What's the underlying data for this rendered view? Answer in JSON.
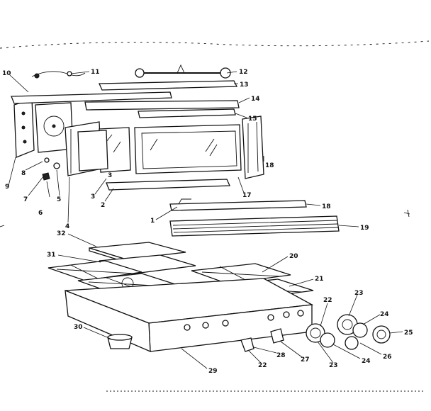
{
  "callouts": [
    {
      "id": "1",
      "text": "1"
    },
    {
      "id": "2",
      "text": "2"
    },
    {
      "id": "3a",
      "text": "3"
    },
    {
      "id": "3b",
      "text": "3"
    },
    {
      "id": "4",
      "text": "4"
    },
    {
      "id": "5",
      "text": "5"
    },
    {
      "id": "6",
      "text": "6"
    },
    {
      "id": "7",
      "text": "7"
    },
    {
      "id": "8",
      "text": "8"
    },
    {
      "id": "9",
      "text": "9"
    },
    {
      "id": "10",
      "text": "10"
    },
    {
      "id": "11",
      "text": "11"
    },
    {
      "id": "12",
      "text": "12"
    },
    {
      "id": "13",
      "text": "13"
    },
    {
      "id": "14",
      "text": "14"
    },
    {
      "id": "15",
      "text": "15"
    },
    {
      "id": "17",
      "text": "17"
    },
    {
      "id": "18a",
      "text": "18"
    },
    {
      "id": "18b",
      "text": "18"
    },
    {
      "id": "19",
      "text": "19"
    },
    {
      "id": "20",
      "text": "20"
    },
    {
      "id": "21",
      "text": "21"
    },
    {
      "id": "22a",
      "text": "22"
    },
    {
      "id": "22b",
      "text": "22"
    },
    {
      "id": "23a",
      "text": "23"
    },
    {
      "id": "23b",
      "text": "23"
    },
    {
      "id": "24a",
      "text": "24"
    },
    {
      "id": "24b",
      "text": "24"
    },
    {
      "id": "25",
      "text": "25"
    },
    {
      "id": "26",
      "text": "26"
    },
    {
      "id": "27",
      "text": "27"
    },
    {
      "id": "28",
      "text": "28"
    },
    {
      "id": "29",
      "text": "29"
    },
    {
      "id": "30",
      "text": "30"
    },
    {
      "id": "31",
      "text": "31"
    },
    {
      "id": "32",
      "text": "32"
    }
  ]
}
